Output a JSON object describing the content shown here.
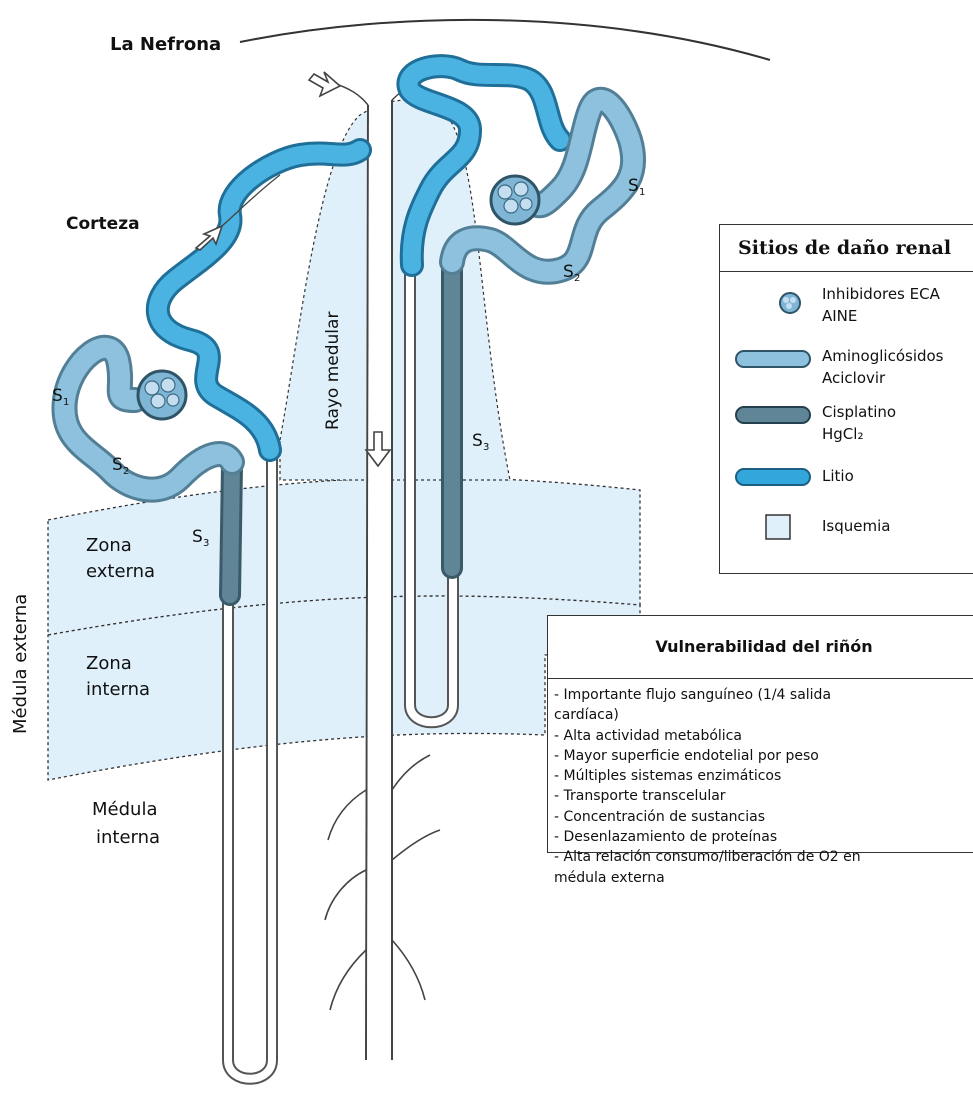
{
  "title": "La Nefrona",
  "labels": {
    "corteza": "Corteza",
    "rayo_medular": "Rayo medular",
    "medula_externa": "Médula externa",
    "zona_externa_1": "Zona",
    "zona_externa_2": "externa",
    "zona_interna_1": "Zona",
    "zona_interna_2": "interna",
    "medula_interna_1": "Médula",
    "medula_interna_2": "interna",
    "s1": "S",
    "s2": "S",
    "s3": "S",
    "sub1": "1",
    "sub2": "2",
    "sub3": "3"
  },
  "legend": {
    "title": "Sitios de daño renal",
    "items": [
      {
        "icon": "glomerulus-icon",
        "line1": "Inhibidores ECA",
        "line2": "AINE"
      },
      {
        "icon": "light-blue-tubule-icon",
        "line1": "Aminoglicósidos",
        "line2": "Aciclovir"
      },
      {
        "icon": "dark-gray-tubule-icon",
        "line1": "Cisplatino",
        "line2": "HgCl₂"
      },
      {
        "icon": "bright-blue-tubule-icon",
        "line1": "Litio",
        "line2": ""
      },
      {
        "icon": "ischemia-square-icon",
        "line1": "Isquemia",
        "line2": ""
      }
    ]
  },
  "vulnerability": {
    "title": "Vulnerabilidad del riñón",
    "items": [
      "- Importante flujo sanguíneo (1/4 salida",
      "cardíaca)",
      "- Alta actividad metabólica",
      "- Mayor superficie endotelial por peso",
      "- Múltiples sistemas enzimáticos",
      "- Transporte transcelular",
      "- Concentración de sustancias",
      "- Desenlazamiento de proteínas",
      "- Alta relación consumo/liberación de O2 en",
      "médula externa"
    ]
  },
  "colors": {
    "ischemia_fill": "#dff0fb",
    "light_blue": "#7fb6d6",
    "bright_blue": "#33a7dc",
    "dark_gray_blue": "#4f7789",
    "outline": "#555555"
  }
}
